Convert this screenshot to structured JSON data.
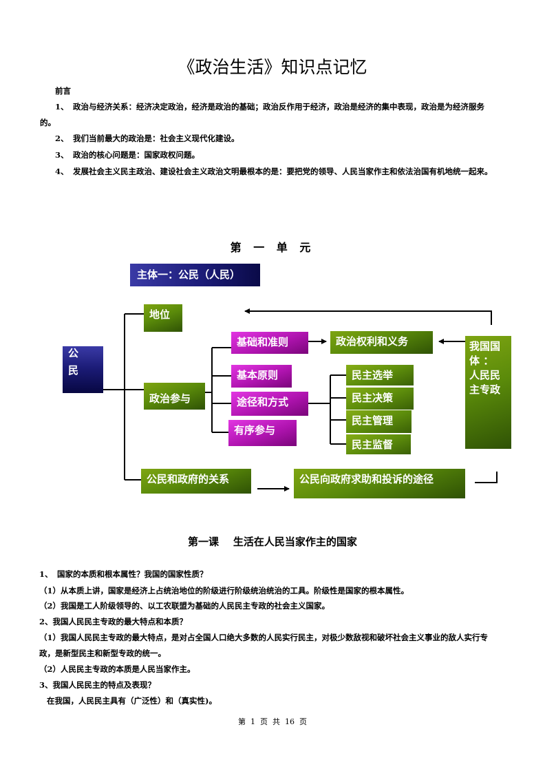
{
  "doc_title": "《政治生活》知识点记忆",
  "preface": {
    "heading": "前言",
    "items": [
      {
        "num": "1、",
        "line1": "政治与经济关系：经济决定政治，经济是政治的基础；政治反作用于经济，政治是经济的集中表现，政治是为经济服务",
        "line2": "的。"
      },
      {
        "num": "2、",
        "text": "我们当前最大的政治是：社会主义现代化建设。"
      },
      {
        "num": "3、",
        "text": "政治的核心问题是：国家政权问题。"
      },
      {
        "num": "4、",
        "text": "发展社会主义民主政治、建设社会主义政治文明最根本的是：要把党的领导、人民当家作主和依法治国有机地统一起来。"
      }
    ]
  },
  "unit_title": "第 一 单 元",
  "diagram": {
    "subject": "主体一：公民（人民）",
    "citizen": "公民",
    "status": "地位",
    "participation": "政治参与",
    "basis": "基础和准则",
    "rights": "政治权利和义务",
    "principle": "基本原则",
    "ways": "途径和方式",
    "orderly": "有序参与",
    "election": "民主选举",
    "decision": "民主决策",
    "management": "民主管理",
    "supervision": "民主监督",
    "nature_line1": "我国国",
    "nature_line2": "体 ：",
    "nature_line3": "人民民",
    "nature_line4": "主专政",
    "relation": "公民和政府的关系",
    "channels": "公民向政府求助和投诉的途径"
  },
  "lesson_title": "第一课    生活在人民当家作主的国家",
  "lesson": {
    "q1": {
      "num": "1、",
      "text": "国家的本质和根本属性？我国的国家性质？"
    },
    "a1_1": "（1）从本质上讲，国家是经济上占统治地位的阶级进行阶级统治统治的工具。阶级性是国家的根本属性。",
    "a1_2": "（2）我国是工人阶级领导的、以工农联盟为基础的人民民主专政的社会主义国家。",
    "q2": "2、我国人民民主专政的最大特点和本质？",
    "a2_1_line1": "（1）我国人民民主专政的最大特点，是对占全国人口绝大多数的人民实行民主，对极少数敌视和破坏社会主义事业的敌人实行专",
    "a2_1_line2": "政，是新型民主和新型专政的统一。",
    "a2_2": "（2）人民民主专政的本质是人民当家作主。",
    "q3": "3、我国人民民主的特点及表现？",
    "a3": "在我国，人民民主具有（广泛性）和（真实性)。"
  },
  "footer": "第  1  页  共  16  页"
}
